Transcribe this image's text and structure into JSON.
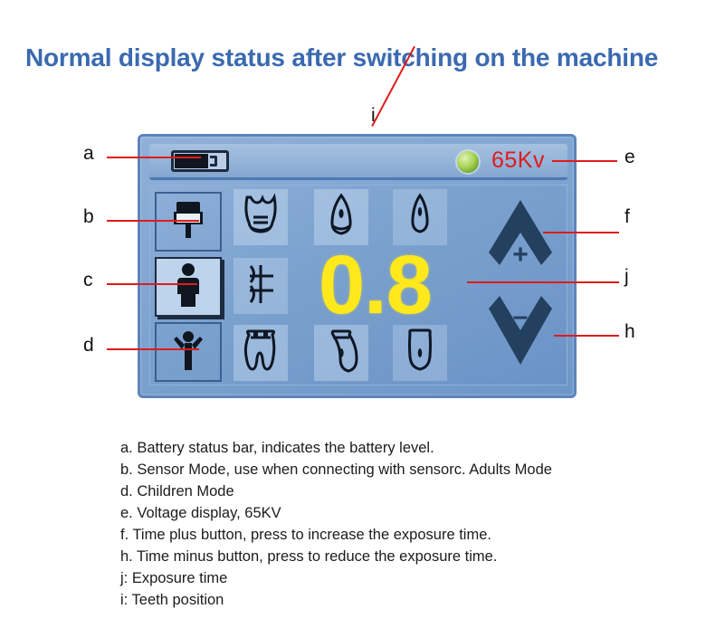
{
  "page": {
    "title": "Normal display status after switching on the machine",
    "title_color": "#3a6ab0"
  },
  "device": {
    "status_bar": {
      "battery": {
        "icon": "battery-icon",
        "level_percent": 63,
        "label": "Battery status bar"
      },
      "led": {
        "icon": "green-led-icon",
        "color": "#a9d454"
      },
      "voltage": {
        "value": "65Kv",
        "color": "#e01b1b"
      }
    },
    "mode_column": [
      {
        "id": "sensor",
        "icon": "sensor-mode-icon",
        "label": "Sensor Mode",
        "selected": false
      },
      {
        "id": "adult",
        "icon": "adult-mode-icon",
        "label": "Adults Mode",
        "selected": true
      },
      {
        "id": "child",
        "icon": "children-mode-icon",
        "label": "Children Mode",
        "selected": false
      }
    ],
    "teeth_grid": {
      "upper": [
        {
          "id": "upper-molar",
          "icon": "upper-molar-tooth-icon"
        },
        {
          "id": "upper-premolar",
          "icon": "upper-premolar-tooth-icon"
        },
        {
          "id": "upper-incisor",
          "icon": "upper-incisor-tooth-icon"
        }
      ],
      "bitewing": {
        "id": "bitewing",
        "icon": "bitewing-occlusal-icon"
      },
      "lower": [
        {
          "id": "lower-molar",
          "icon": "lower-molar-tooth-icon"
        },
        {
          "id": "lower-premolar",
          "icon": "lower-premolar-tooth-icon"
        },
        {
          "id": "lower-incisor",
          "icon": "lower-incisor-tooth-icon"
        }
      ]
    },
    "exposure": {
      "value": "0.8",
      "color": "#ffe81c"
    },
    "arrows": {
      "plus": {
        "icon": "chevron-up-icon",
        "sign": "+"
      },
      "minus": {
        "icon": "chevron-down-icon",
        "sign": "–"
      }
    }
  },
  "callouts": {
    "a": "a",
    "b": "b",
    "c": "c",
    "d": "d",
    "e": "e",
    "f": "f",
    "j": "j",
    "h": "h",
    "i": "i"
  },
  "legend": [
    "a. Battery status bar, indicates the battery level.",
    "b. Sensor Mode, use when connecting with sensorc. Adults Mode",
    "d. Children Mode",
    "e. Voltage display, 65KV",
    "f. Time plus button, press to increase the exposure time.",
    "h. Time minus button, press to reduce the exposure time.",
    "j: Exposure time",
    "i: Teeth position"
  ]
}
